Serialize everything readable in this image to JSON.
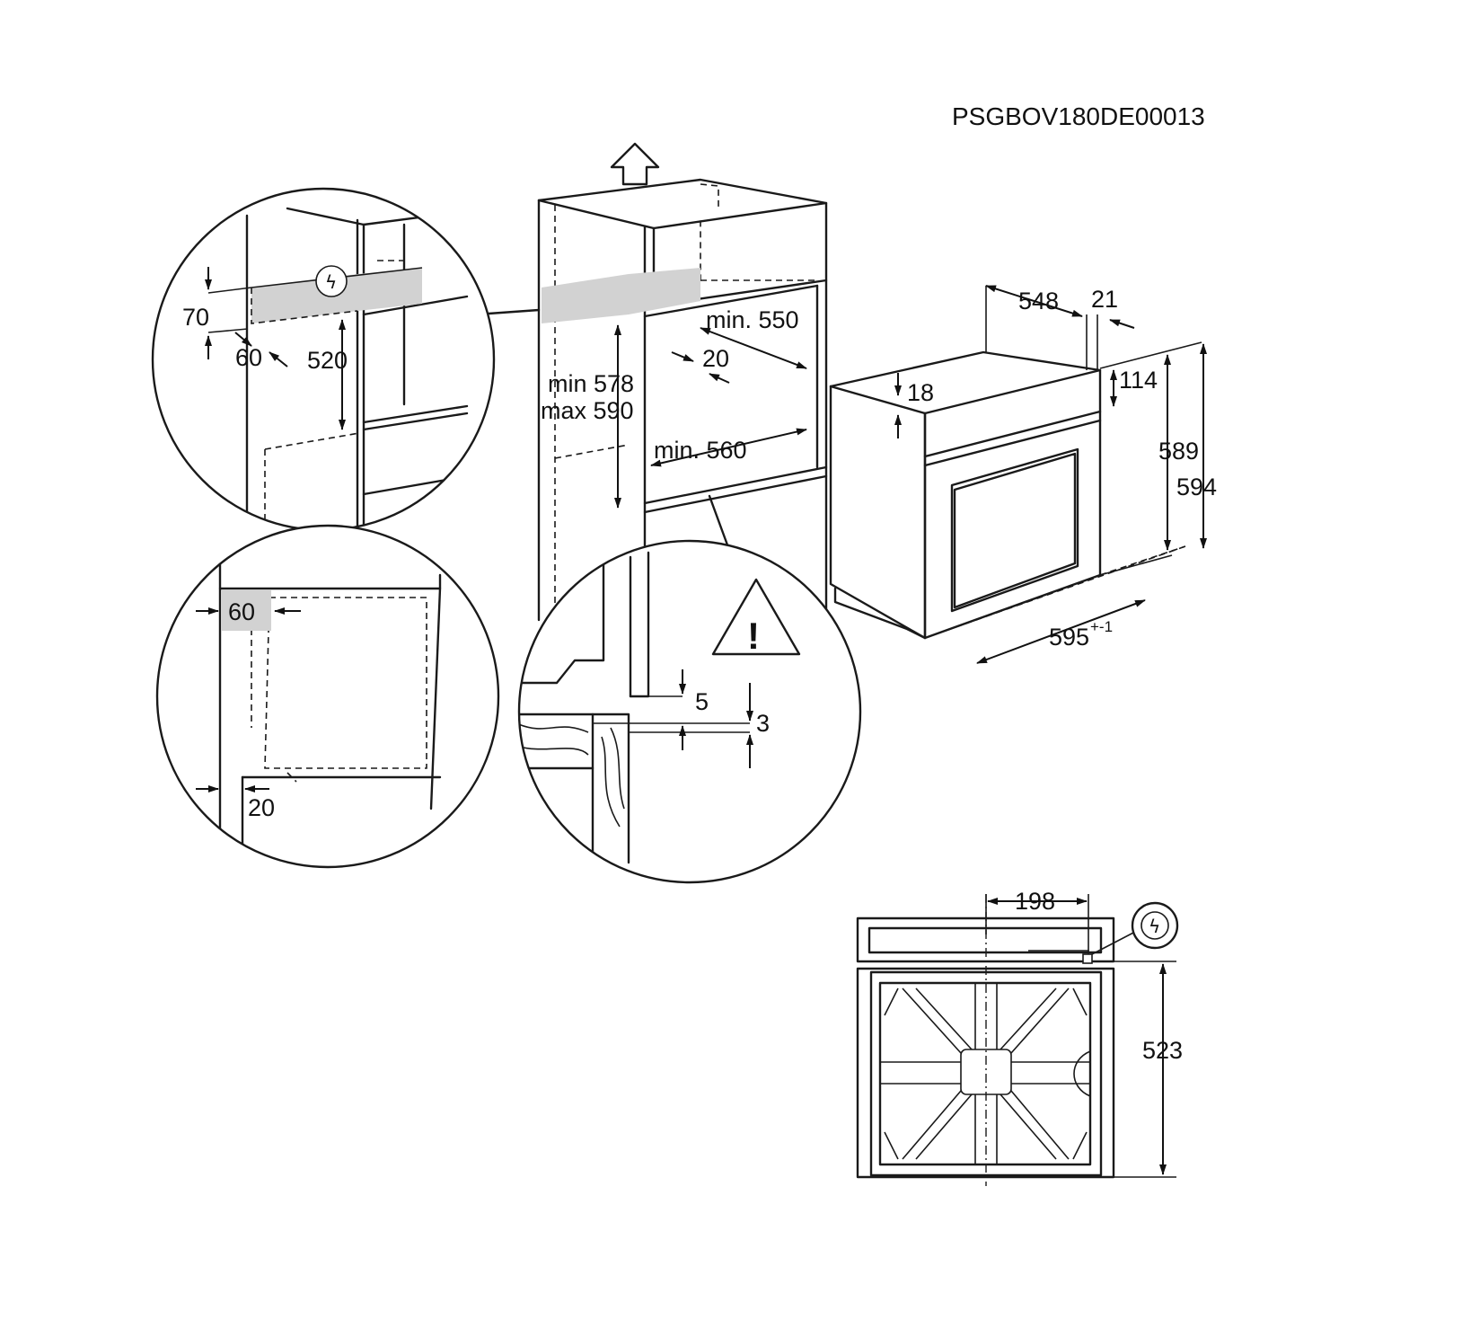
{
  "reference_code": "PSGBOV180DE00013",
  "detail_top": {
    "label_70": "70",
    "label_60": "60",
    "label_520": "520",
    "bolt_glyph": "ϟ"
  },
  "detail_side": {
    "label_60": "60",
    "label_20": "20"
  },
  "cabinet": {
    "label_min550": "min. 550",
    "label_20": "20",
    "label_min578": "min 578",
    "label_max590": "max 590",
    "label_min560": "min. 560"
  },
  "detail_floor": {
    "warning_glyph": "!",
    "label_5": "5",
    "label_3": "3"
  },
  "oven": {
    "label_548": "548",
    "label_21": "21",
    "label_114": "114",
    "label_18": "18",
    "label_589": "589",
    "label_594": "594",
    "label_595": "595",
    "label_595_tol": "+-1"
  },
  "top_view": {
    "label_198": "198",
    "label_523": "523",
    "bolt_glyph": "ϟ"
  },
  "icons": [
    "up-arrow-icon",
    "electric-bolt-icon",
    "warning-triangle-icon"
  ]
}
